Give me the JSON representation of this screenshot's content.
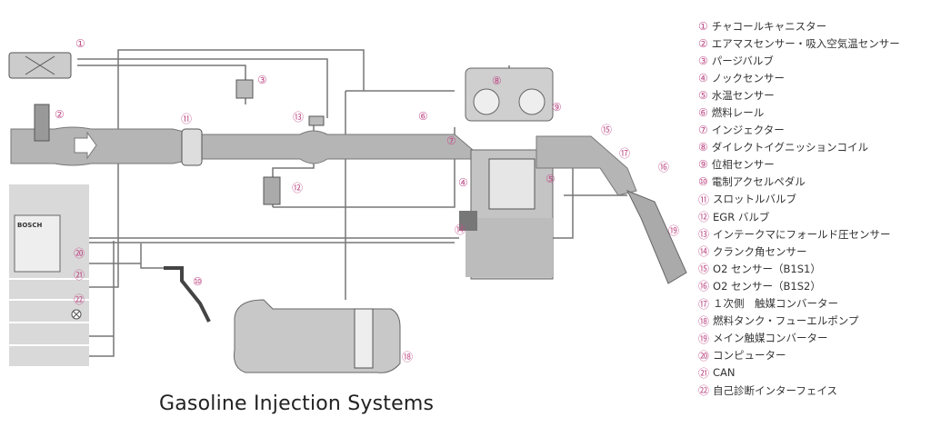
{
  "title": "Gasoline Injection Systems",
  "ecu_brand": "BOSCH",
  "callouts": [
    "①",
    "②",
    "③",
    "④",
    "⑤",
    "⑥",
    "⑦",
    "⑧",
    "⑨",
    "⑩",
    "⑪",
    "⑫",
    "⑬",
    "⑭",
    "⑮",
    "⑯",
    "⑰",
    "⑱",
    "⑲",
    "⑳",
    "㉑",
    "㉒"
  ],
  "legend": [
    {
      "num": "①",
      "label": "チャコールキャニスター"
    },
    {
      "num": "②",
      "label": "エアマスセンサー・吸入空気温センサー"
    },
    {
      "num": "③",
      "label": "パージバルブ"
    },
    {
      "num": "④",
      "label": "ノックセンサー"
    },
    {
      "num": "⑤",
      "label": "水温センサー"
    },
    {
      "num": "⑥",
      "label": "燃料レール"
    },
    {
      "num": "⑦",
      "label": "インジェクター"
    },
    {
      "num": "⑧",
      "label": "ダイレクトイグニッションコイル"
    },
    {
      "num": "⑨",
      "label": "位相センサー"
    },
    {
      "num": "⑩",
      "label": "電制アクセルペダル"
    },
    {
      "num": "⑪",
      "label": "スロットルバルブ"
    },
    {
      "num": "⑫",
      "label": "EGR バルブ"
    },
    {
      "num": "⑬",
      "label": "インテークマにフォールド圧センサー"
    },
    {
      "num": "⑭",
      "label": "クランク角センサー"
    },
    {
      "num": "⑮",
      "label": "O2 センサー（B1S1）"
    },
    {
      "num": "⑯",
      "label": "O2 センサー（B1S2）"
    },
    {
      "num": "⑰",
      "label": "１次側　触媒コンバーター"
    },
    {
      "num": "⑱",
      "label": "燃料タンク・フューエルポンプ"
    },
    {
      "num": "⑲",
      "label": "メイン触媒コンバーター"
    },
    {
      "num": "⑳",
      "label": "コンピューター"
    },
    {
      "num": "㉑",
      "label": "CAN"
    },
    {
      "num": "㉒",
      "label": "自己診断インターフェイス"
    }
  ],
  "colors": {
    "callout": "#c0508a",
    "pipe": "#a8a8a8",
    "panel": "#d6d6d6"
  }
}
